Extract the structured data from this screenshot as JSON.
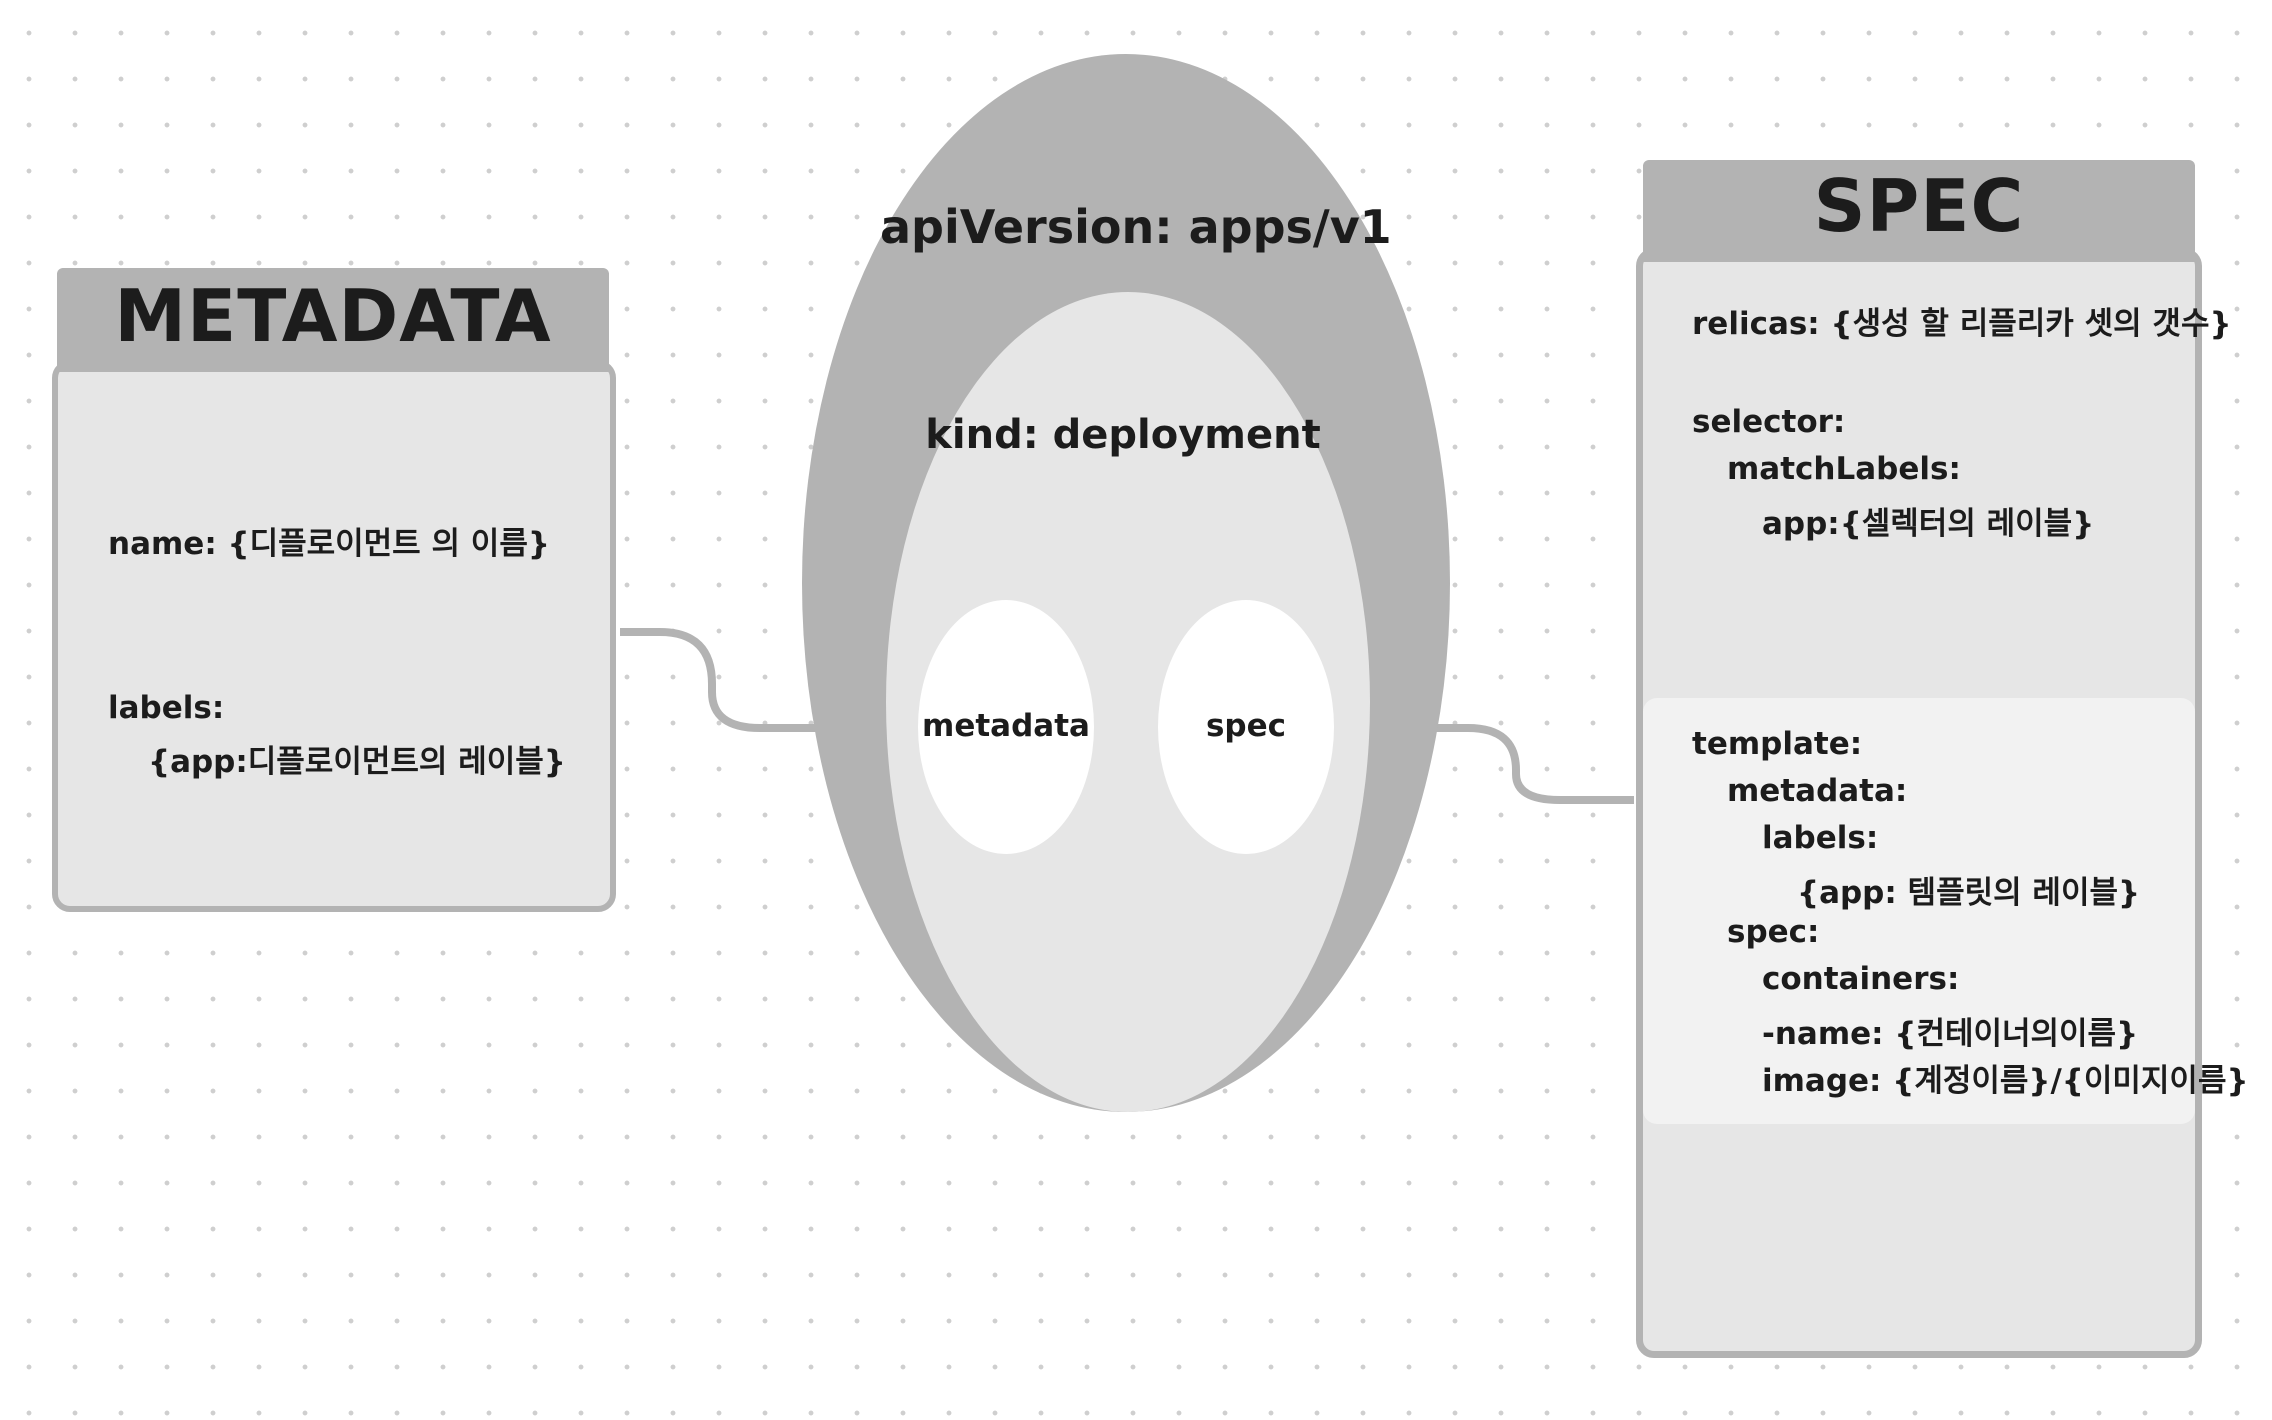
{
  "metadata_box": {
    "title": "METADATA",
    "name_line": "name: {디플로이먼트 의 이름}",
    "labels_line": "labels:",
    "labels_value": "{app:디플로이먼트의 레이블}"
  },
  "center": {
    "api_version": "apiVersion: apps/v1",
    "kind": "kind: deployment",
    "metadata_node": "metadata",
    "spec_node": "spec"
  },
  "spec_box": {
    "title": "SPEC",
    "relicas": "relicas: {생성 할 리플리카 셋의 갯수}",
    "selector": "selector:",
    "match_labels": "matchLabels:",
    "selector_app": "app:{셀렉터의 레이블}",
    "template": "template:",
    "template_metadata": "metadata:",
    "template_labels": "labels:",
    "template_labels_value": "{app: 템플릿의 레이블}",
    "template_spec": "spec:",
    "containers": "containers:",
    "container_name": "-name: {컨테이너의이름}",
    "container_image": "image: {계정이름}/{이미지이름}"
  },
  "colors": {
    "header_gray": "#b3b3b3",
    "panel_gray": "#e6e6e6",
    "template_panel": "#f2f2f2",
    "node_white": "#ffffff"
  }
}
